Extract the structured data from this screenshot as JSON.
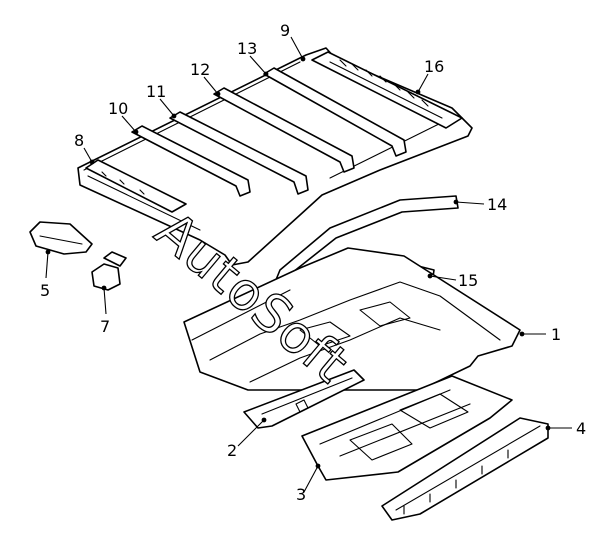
{
  "diagram": {
    "watermark": "AutoSoft",
    "parts": [
      {
        "id": "roof_panel",
        "label": "9"
      },
      {
        "id": "roof_bow_8",
        "label": "8"
      },
      {
        "id": "roof_bow_10",
        "label": "10"
      },
      {
        "id": "roof_bow_11",
        "label": "11"
      },
      {
        "id": "roof_bow_12",
        "label": "12"
      },
      {
        "id": "roof_bow_13",
        "label": "13"
      },
      {
        "id": "rear_header",
        "label": "16"
      },
      {
        "id": "rail_14",
        "label": "14"
      },
      {
        "id": "visor_5",
        "label": "5"
      },
      {
        "id": "mirror_7",
        "label": "7"
      },
      {
        "id": "bracket_15",
        "label": "15"
      },
      {
        "id": "floor_pan",
        "label": "1"
      },
      {
        "id": "member_2",
        "label": "2"
      },
      {
        "id": "floor_3",
        "label": "3"
      },
      {
        "id": "sill_4",
        "label": "4"
      }
    ]
  }
}
